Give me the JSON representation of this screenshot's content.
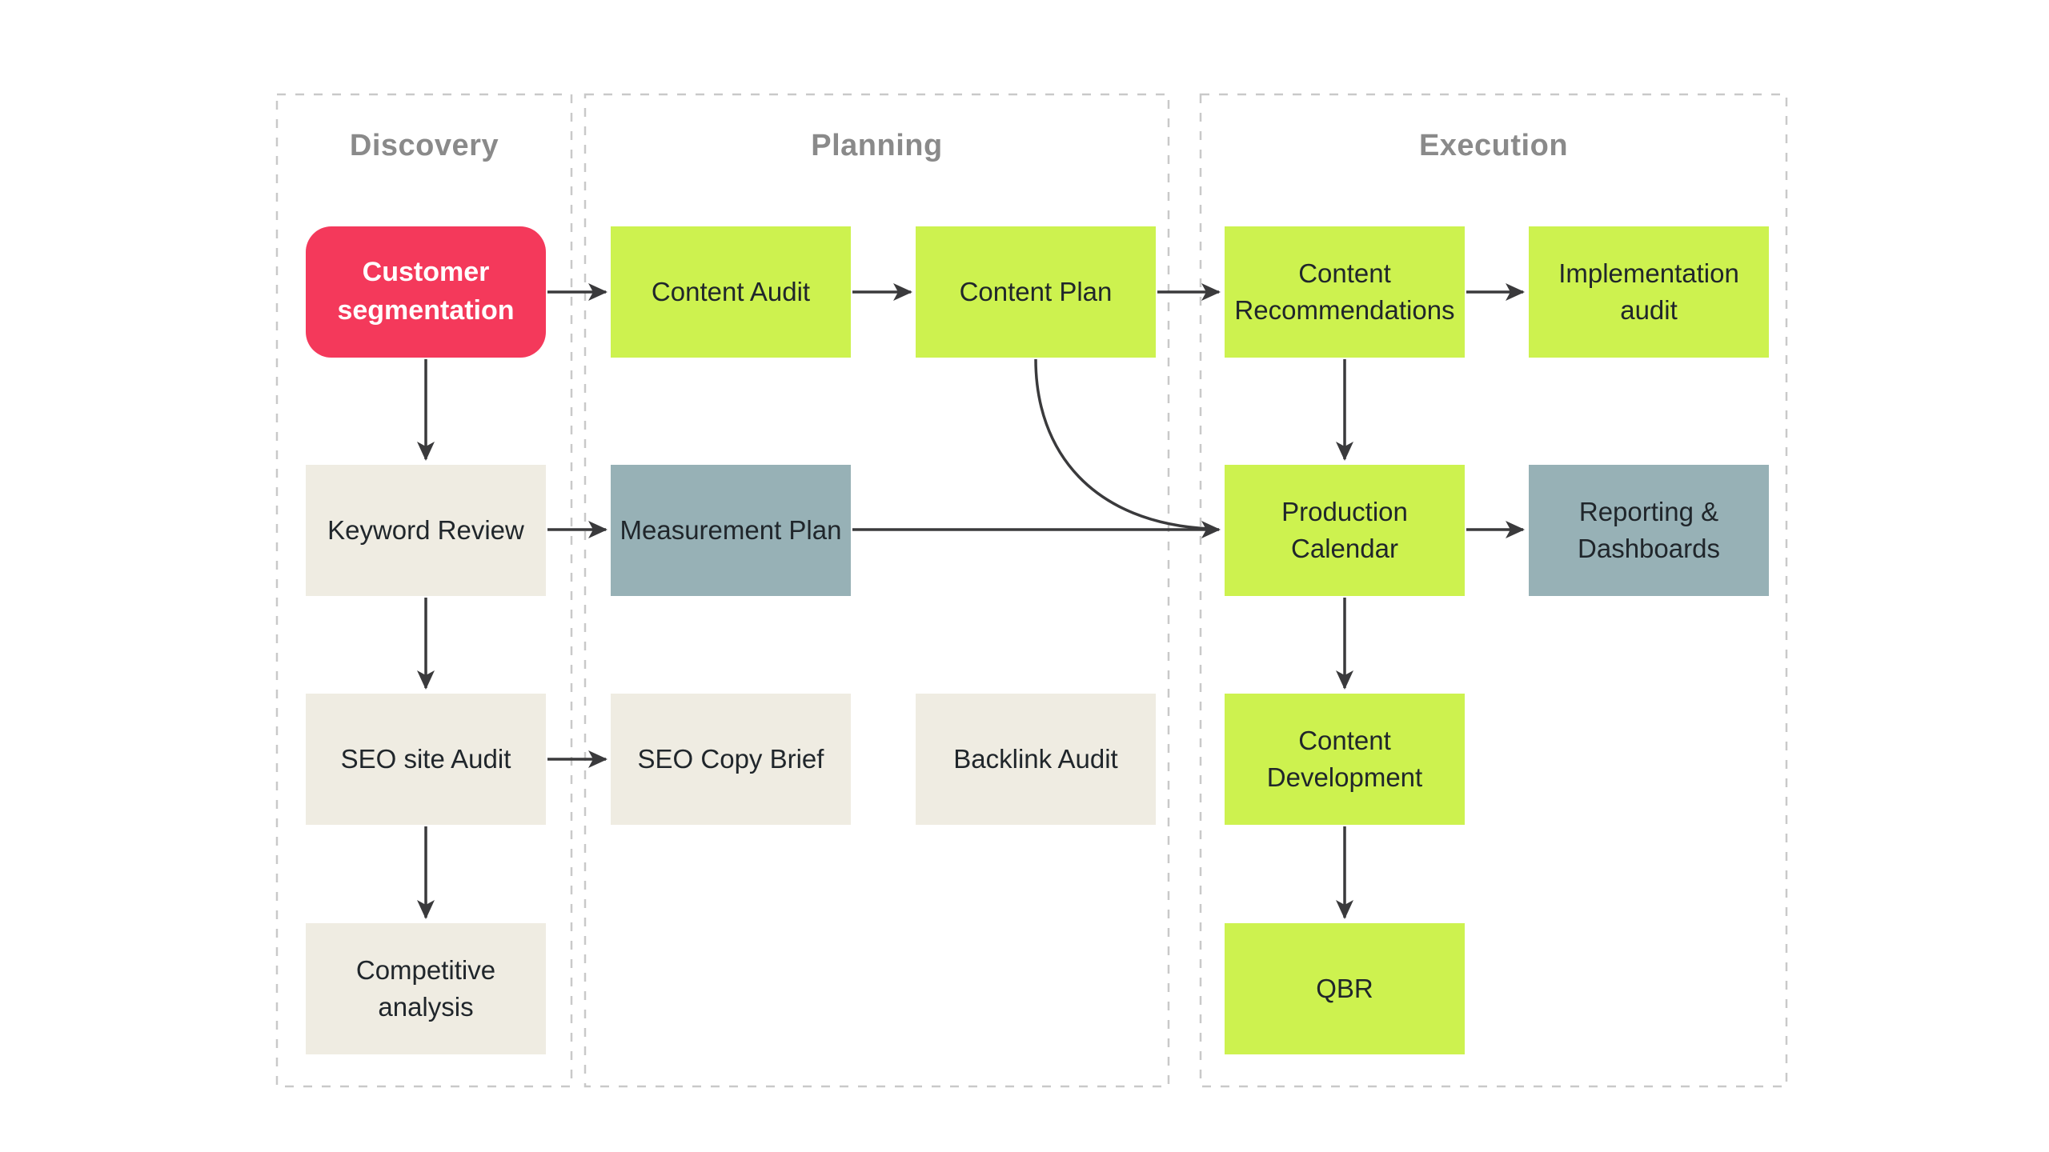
{
  "colors": {
    "background": "#ffffff",
    "red": "#f4395b",
    "green": "#cdf24f",
    "beige": "#efece2",
    "slate": "#97b1b6",
    "arrow": "#3a3a3c",
    "lane_border": "#c9c9c9",
    "lane_title": "#8a8a8a",
    "node_text": "#20262b",
    "node_text_inverse": "#ffffff"
  },
  "lanes": [
    {
      "id": "discovery",
      "title": "Discovery"
    },
    {
      "id": "planning",
      "title": "Planning"
    },
    {
      "id": "execution",
      "title": "Execution"
    }
  ],
  "nodes": {
    "customer_segmentation": {
      "label": "Customer\nsegmentation",
      "lane": "discovery",
      "color": "red",
      "shape": "rounded"
    },
    "content_audit": {
      "label": "Content Audit",
      "lane": "planning",
      "color": "green",
      "shape": "rect"
    },
    "content_plan": {
      "label": "Content Plan",
      "lane": "planning",
      "color": "green",
      "shape": "rect"
    },
    "content_recommendations": {
      "label": "Content\nRecommendations",
      "lane": "execution",
      "color": "green",
      "shape": "rect"
    },
    "implementation_audit": {
      "label": "Implementation\naudit",
      "lane": "execution",
      "color": "green",
      "shape": "rect"
    },
    "keyword_review": {
      "label": "Keyword Review",
      "lane": "discovery",
      "color": "beige",
      "shape": "rect"
    },
    "measurement_plan": {
      "label": "Measurement Plan",
      "lane": "planning",
      "color": "slate",
      "shape": "rect"
    },
    "production_calendar": {
      "label": "Production\nCalendar",
      "lane": "execution",
      "color": "green",
      "shape": "rect"
    },
    "reporting_dashboards": {
      "label": "Reporting &\nDashboards",
      "lane": "execution",
      "color": "slate",
      "shape": "rect"
    },
    "seo_site_audit": {
      "label": "SEO site Audit",
      "lane": "discovery",
      "color": "beige",
      "shape": "rect"
    },
    "seo_copy_brief": {
      "label": "SEO Copy Brief",
      "lane": "planning",
      "color": "beige",
      "shape": "rect"
    },
    "backlink_audit": {
      "label": "Backlink Audit",
      "lane": "planning",
      "color": "beige",
      "shape": "rect"
    },
    "content_development": {
      "label": "Content\nDevelopment",
      "lane": "execution",
      "color": "green",
      "shape": "rect"
    },
    "competitive_analysis": {
      "label": "Competitive\nanalysis",
      "lane": "discovery",
      "color": "beige",
      "shape": "rect"
    },
    "qbr": {
      "label": "QBR",
      "lane": "execution",
      "color": "green",
      "shape": "rect"
    }
  },
  "edges": [
    {
      "from": "customer_segmentation",
      "to": "content_audit",
      "style": "straight"
    },
    {
      "from": "content_audit",
      "to": "content_plan",
      "style": "straight"
    },
    {
      "from": "content_plan",
      "to": "content_recommendations",
      "style": "straight"
    },
    {
      "from": "content_recommendations",
      "to": "implementation_audit",
      "style": "straight"
    },
    {
      "from": "customer_segmentation",
      "to": "keyword_review",
      "style": "straight"
    },
    {
      "from": "keyword_review",
      "to": "measurement_plan",
      "style": "straight"
    },
    {
      "from": "measurement_plan",
      "to": "production_calendar",
      "style": "straight"
    },
    {
      "from": "content_plan",
      "to": "production_calendar",
      "style": "curved"
    },
    {
      "from": "content_recommendations",
      "to": "production_calendar",
      "style": "straight"
    },
    {
      "from": "production_calendar",
      "to": "reporting_dashboards",
      "style": "straight"
    },
    {
      "from": "production_calendar",
      "to": "content_development",
      "style": "straight"
    },
    {
      "from": "keyword_review",
      "to": "seo_site_audit",
      "style": "straight"
    },
    {
      "from": "seo_site_audit",
      "to": "seo_copy_brief",
      "style": "straight"
    },
    {
      "from": "seo_site_audit",
      "to": "competitive_analysis",
      "style": "straight"
    },
    {
      "from": "content_development",
      "to": "qbr",
      "style": "straight"
    }
  ]
}
